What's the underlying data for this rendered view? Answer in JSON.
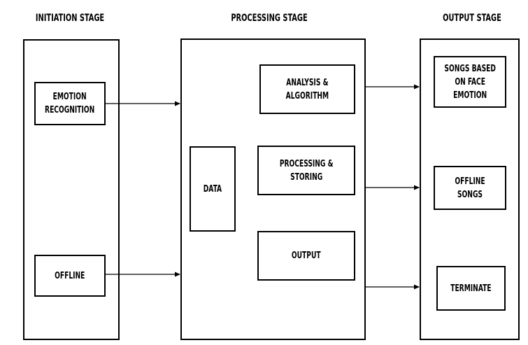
{
  "stages": {
    "initiation": {
      "title": "INITIATION STAGE"
    },
    "processing": {
      "title": "PROCESSING STAGE"
    },
    "output": {
      "title": "OUTPUT STAGE"
    }
  },
  "initiation": {
    "emotion_recognition": "EMOTION\nRECOGNITION",
    "offline": "OFFLINE"
  },
  "processing": {
    "data": "DATA",
    "analysis": "ANALYSIS &\nALGORITHM",
    "processing_storing": "PROCESSING &\nSTORING",
    "output": "OUTPUT"
  },
  "output": {
    "songs_face_emotion": "SONGS BASED\nON FACE\nEMOTION",
    "offline_songs": "OFFLINE SONGS",
    "terminate": "TERMINATE"
  }
}
